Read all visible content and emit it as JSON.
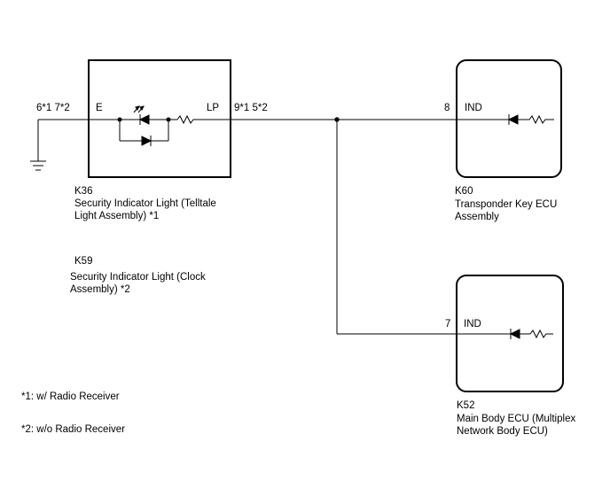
{
  "k36": {
    "code": "K36",
    "name_line1": "Security Indicator Light (Telltale",
    "name_line2": "Light Assembly) *1",
    "pin_left_label": "E",
    "pin_right_label": "LP",
    "pin_left_numbers": "6*1 7*2",
    "pin_right_numbers": "9*1 5*2"
  },
  "k59": {
    "code": "K59",
    "name_line1": "Security Indicator Light (Clock",
    "name_line2": "Assembly) *2"
  },
  "k60": {
    "code": "K60",
    "name_line1": "Transponder Key ECU",
    "name_line2": "Assembly",
    "pin_number": "8",
    "pin_label": "IND"
  },
  "k52": {
    "code": "K52",
    "name_line1": "Main Body ECU (Multiplex",
    "name_line2": "Network Body ECU)",
    "pin_number": "7",
    "pin_label": "IND"
  },
  "notes": {
    "note1": "*1: w/ Radio Receiver",
    "note2": "*2: w/o Radio Receiver"
  }
}
